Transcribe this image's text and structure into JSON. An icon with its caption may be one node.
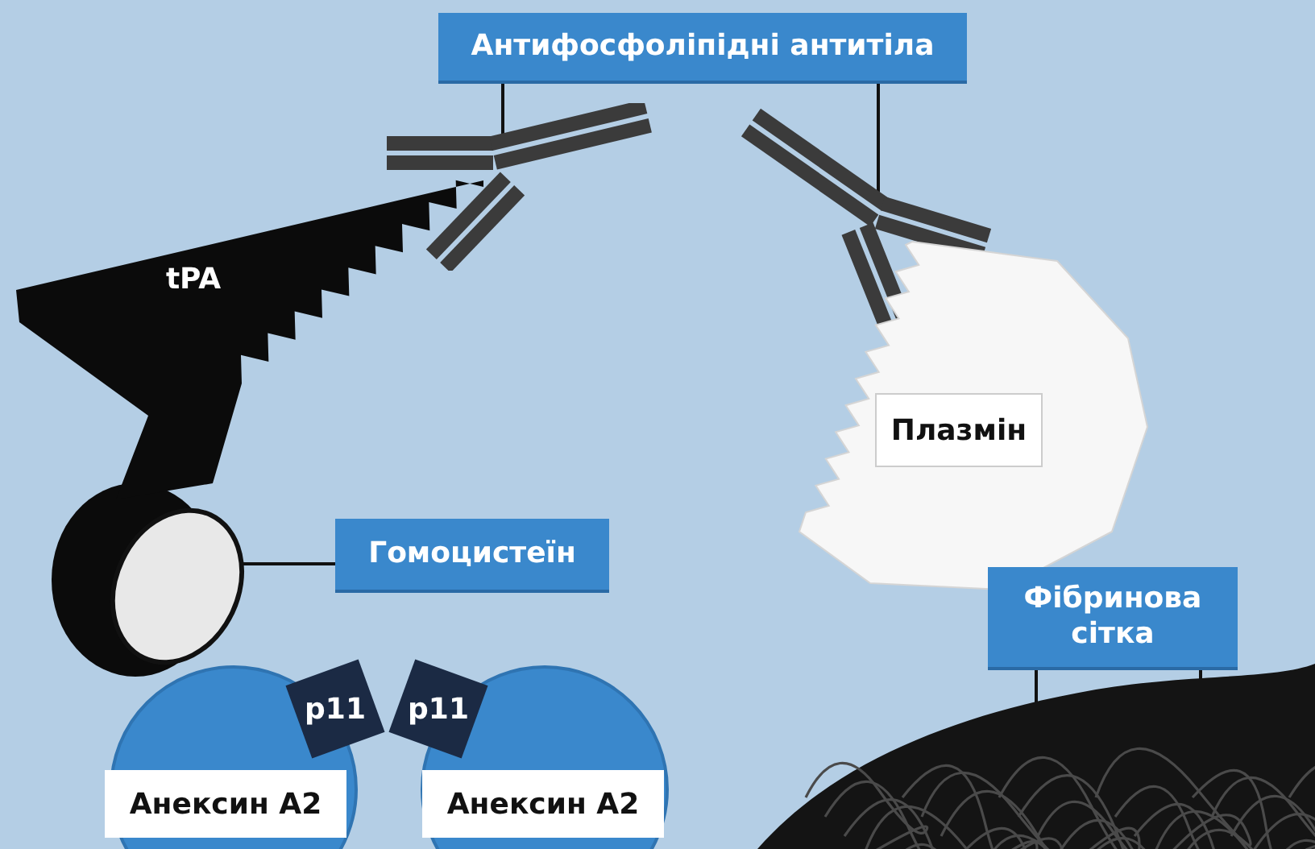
{
  "diagram": {
    "nodes": [
      {
        "text": [
          "Антифосфоліпідні антитіла"
        ]
      },
      {
        "text": [],
        "shape": "picture"
      },
      {
        "text": [],
        "shape": "picture"
      },
      {
        "text": [
          "tPA"
        ]
      },
      {
        "text": [],
        "shape": "circle"
      },
      {
        "text": [
          "Гомоцистеїн"
        ]
      },
      {
        "text": [
          "Плазмін"
        ]
      },
      {
        "text": [
          "Фібринова сітка"
        ]
      },
      {
        "text": [],
        "shape": "picture"
      },
      {
        "text": [
          "p11"
        ]
      },
      {
        "text": [
          "p11"
        ]
      },
      {
        "text": [
          "Анексин А2"
        ]
      },
      {
        "text": [
          "Анексин А2"
        ]
      }
    ],
    "edges": [
      {
        "from": 0,
        "to": 1,
        "arrow": "none"
      },
      {
        "from": 0,
        "to": 2,
        "arrow": "none"
      },
      {
        "from": 5,
        "to": 4,
        "arrow": "none"
      },
      {
        "from": 7,
        "to": 8,
        "arrow": "none"
      },
      {
        "from": 7,
        "to": 8,
        "arrow": "none"
      }
    ]
  }
}
